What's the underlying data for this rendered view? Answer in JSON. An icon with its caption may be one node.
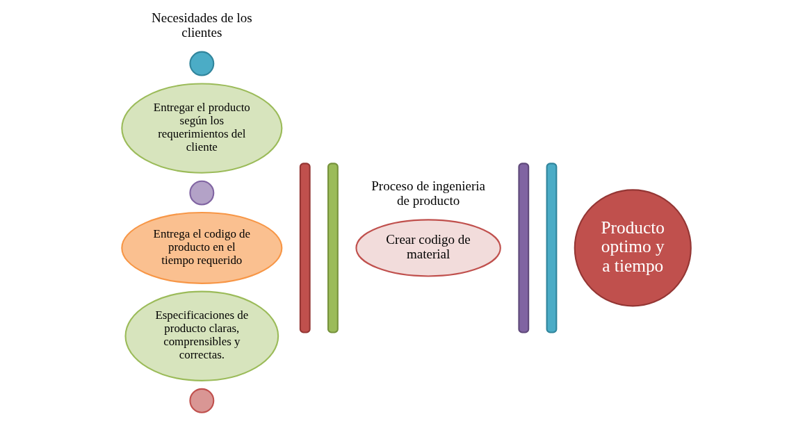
{
  "diagram": {
    "nodes": [
      {
        "text": [],
        "shape": "circle"
      },
      {
        "text": [
          "Entregar el producto según los requerimientos del cliente"
        ]
      },
      {
        "text": [],
        "shape": "circle"
      },
      {
        "text": [
          "Entrega el codigo de producto en el tiempo requerido"
        ]
      },
      {
        "text": [
          "Especificaciones de producto claras, comprensibles y correctas."
        ]
      },
      {
        "text": [],
        "shape": "circle"
      },
      {
        "text": [],
        "shape": "arc"
      },
      {
        "text": [],
        "shape": "arc"
      },
      {
        "text": [
          "Crear codigo de material"
        ]
      },
      {
        "text": [],
        "shape": "arc"
      },
      {
        "text": [],
        "shape": "arc"
      },
      {
        "text": [
          "Producto optimo y a tiempo"
        ]
      }
    ],
    "labels": [
      "Necesidades de los clientes",
      "Proceso de ingenieria de producto"
    ]
  }
}
